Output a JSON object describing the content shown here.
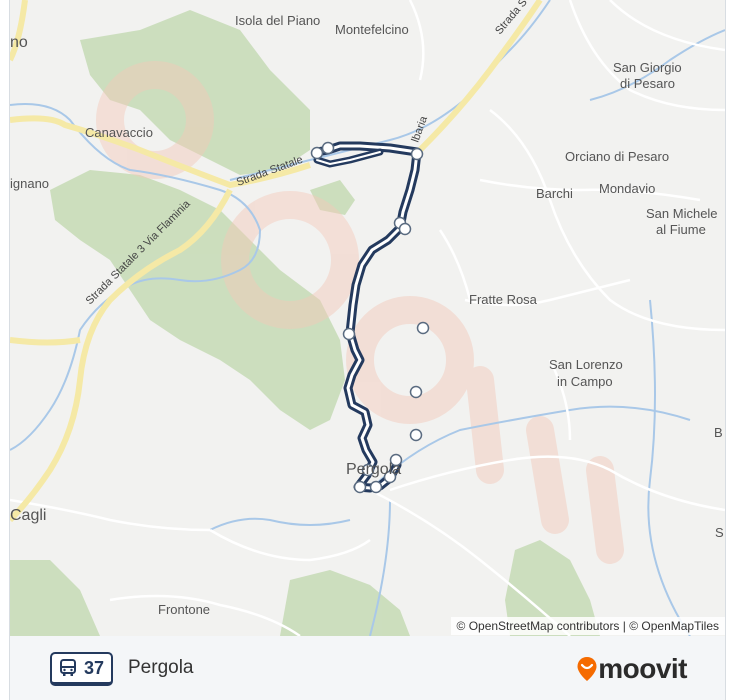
{
  "map": {
    "places": [
      {
        "name": "Isola del Piano"
      },
      {
        "name": "Montefelcino"
      },
      {
        "name": "San Giorgio"
      },
      {
        "name": "di Pesaro"
      },
      {
        "name": "Canavaccio"
      },
      {
        "name": "Orciano di Pesaro"
      },
      {
        "name": "Barchi"
      },
      {
        "name": "Mondavio"
      },
      {
        "name": "San Michele"
      },
      {
        "name": "al Fiume"
      },
      {
        "name": "Fratte Rosa"
      },
      {
        "name": "San Lorenzo"
      },
      {
        "name": "in Campo"
      },
      {
        "name": "Pergola"
      },
      {
        "name": "Cagli"
      },
      {
        "name": "Frontone"
      },
      {
        "name": "no"
      },
      {
        "name": "ignano"
      },
      {
        "name": "B"
      },
      {
        "name": "S"
      }
    ],
    "roads": [
      {
        "name": "Strada Statale"
      },
      {
        "name": "Strada Statale 3 Via Flaminia"
      },
      {
        "name": "Strada S"
      },
      {
        "name": "lbaria"
      }
    ],
    "route_stops": 14,
    "attribution": "© OpenStreetMap contributors | © OpenMapTiles",
    "colors": {
      "route": "#243a5e",
      "forest": "#c8dcb8",
      "water": "#a9c8e8",
      "highway": "#f5e9a6",
      "background": "#f2f2f0",
      "watermark": "#f4c8b8"
    }
  },
  "footer": {
    "route_number": "37",
    "route_name": "Pergola",
    "brand": "moovit",
    "brand_color": "#f56b00",
    "icon": "bus-icon"
  }
}
